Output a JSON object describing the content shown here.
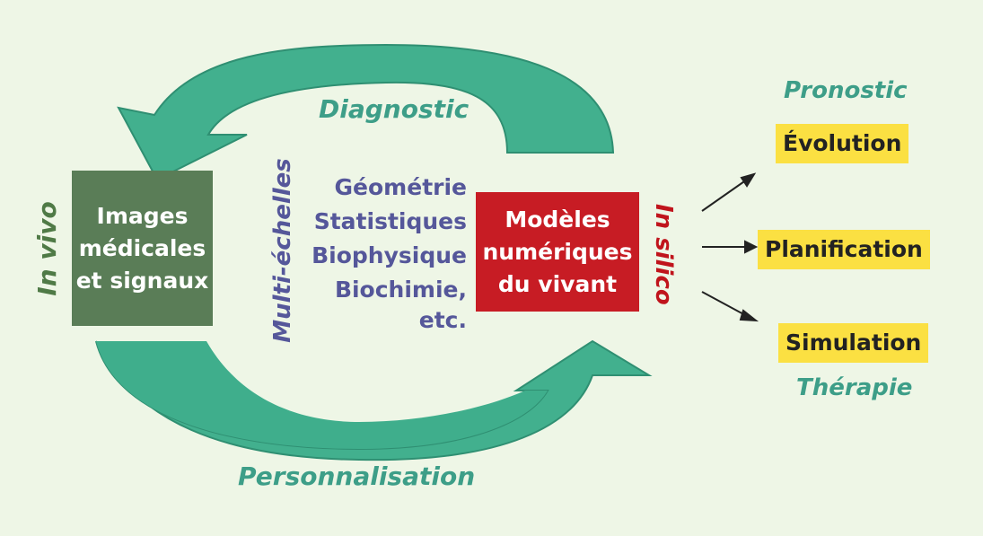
{
  "cycle": {
    "top_label": "Diagnostic",
    "bottom_label": "Personnalisation",
    "arrow_color": "#42b08e"
  },
  "left": {
    "side_label": "In vivo",
    "box_lines": [
      "Images",
      "médicales",
      "et signaux"
    ],
    "box_color": "#5a7d57"
  },
  "middle": {
    "scale_label": "Multi-échelles",
    "methods": [
      "Géométrie",
      "Statistiques",
      "Biophysique",
      "Biochimie,",
      "etc."
    ]
  },
  "right": {
    "box_lines": [
      "Modèles",
      "numériques",
      "du vivant"
    ],
    "box_color": "#c71c24",
    "side_label": "In silico"
  },
  "outcomes": {
    "top_caption": "Pronostic",
    "items": [
      "Évolution",
      "Planification",
      "Simulation"
    ],
    "bottom_caption": "Thérapie",
    "highlight_color": "#fbe042"
  }
}
